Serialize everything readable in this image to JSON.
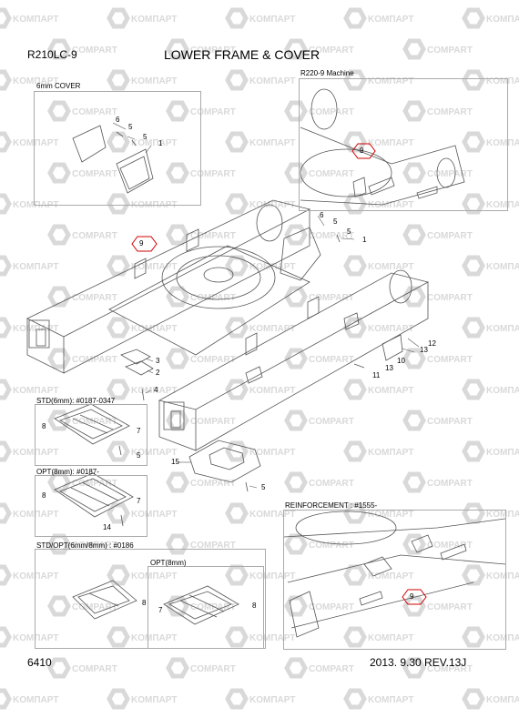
{
  "header": {
    "model": "R210LC-9",
    "title": "LOWER FRAME & COVER"
  },
  "footer": {
    "page": "6410",
    "revision": "2013. 9.30  REV.13J"
  },
  "panels": {
    "cover_6mm": {
      "title": "6mm COVER",
      "callouts": [
        "6",
        "5",
        "5",
        "1"
      ]
    },
    "r220": {
      "title": "R220-9 Machine",
      "callouts": [
        "9"
      ]
    },
    "std6": {
      "title": "STD(6mm): #0187-0347",
      "callouts": [
        "8",
        "7",
        "5"
      ]
    },
    "opt8": {
      "title": "OPT(8mm): #0187-",
      "callouts": [
        "8",
        "7",
        "14"
      ]
    },
    "stdopt": {
      "title": "STD/OPT(6mm/8mm) : #0186",
      "callouts": [
        "8"
      ]
    },
    "opt8b": {
      "title": "OPT(8mm)",
      "callouts": [
        "7",
        "8"
      ]
    },
    "reinf": {
      "title": "REINFORCEMENT : #1555-",
      "callouts": [
        "9"
      ]
    }
  },
  "main_callouts": [
    "6",
    "5",
    "5",
    "1",
    "9",
    "3",
    "2",
    "4",
    "12",
    "13",
    "10",
    "13",
    "11",
    "15",
    "5"
  ],
  "watermark": {
    "brand": "COMPART",
    "alt": "KOMПAPT",
    "color": "#d9d9d9"
  }
}
